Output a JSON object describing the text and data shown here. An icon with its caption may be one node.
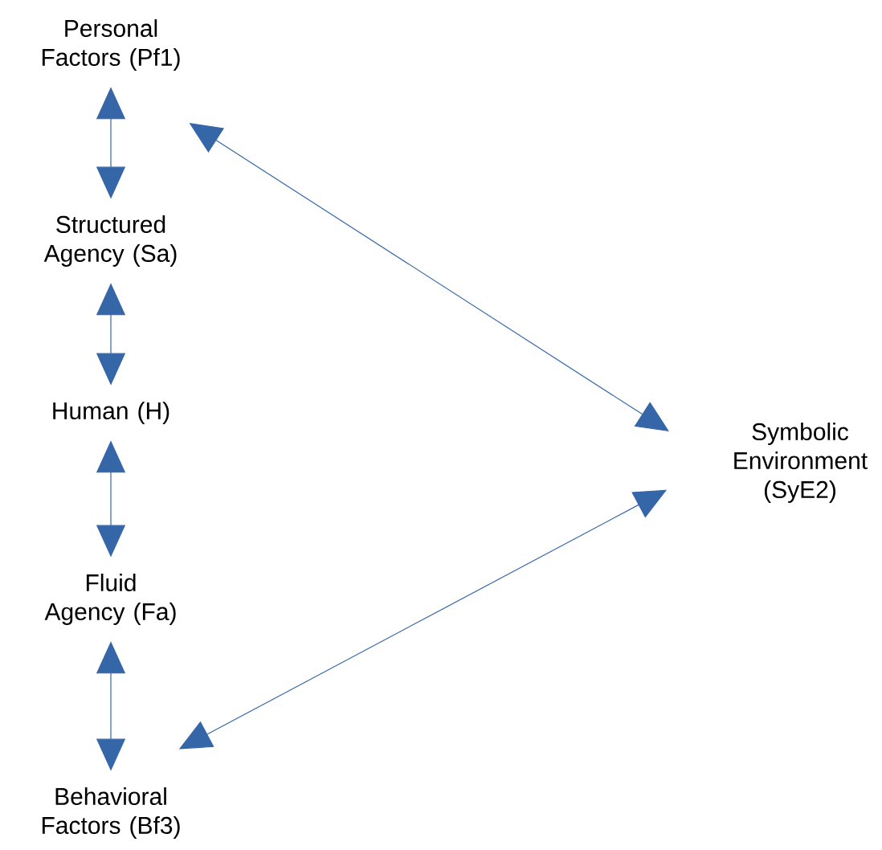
{
  "diagram": {
    "nodes": [
      {
        "text": [
          "Personal Factors (Pf1)"
        ]
      },
      {
        "text": [
          "Structured Agency (Sa)"
        ]
      },
      {
        "text": [
          "Human (H)"
        ]
      },
      {
        "text": [
          "Fluid Agency (Fa)"
        ]
      },
      {
        "text": [
          "Behavioral Factors (Bf3)"
        ]
      },
      {
        "text": [
          "Symbolic Environment (SyE2)"
        ]
      }
    ],
    "edges": [
      {
        "from": 0,
        "to": 1,
        "arrow": "both"
      },
      {
        "from": 1,
        "to": 2,
        "arrow": "both"
      },
      {
        "from": 2,
        "to": 3,
        "arrow": "both"
      },
      {
        "from": 3,
        "to": 4,
        "arrow": "both"
      },
      {
        "from": 0,
        "to": 5,
        "arrow": "both"
      },
      {
        "from": 4,
        "to": 5,
        "arrow": "both"
      }
    ]
  }
}
